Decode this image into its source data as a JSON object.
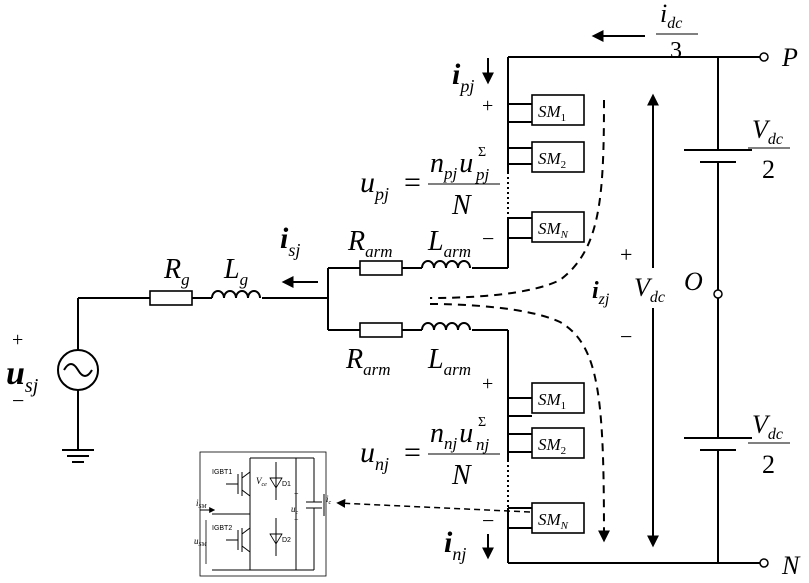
{
  "labels": {
    "i_dc_num": "i",
    "i_dc_sub": "dc",
    "i_dc_den": "3",
    "node_p": "P",
    "node_n": "N",
    "node_o": "O",
    "i_pj": "i",
    "i_pj_sub": "pj",
    "i_nj": "i",
    "i_nj_sub": "nj",
    "i_sj": "i",
    "i_sj_sub": "sj",
    "i_zj": "i",
    "i_zj_sub": "zj",
    "sm_1": "SM",
    "sm_1_sub": "1",
    "sm_2": "SM",
    "sm_2_sub": "2",
    "sm_n": "SM",
    "sm_n_sub": "N",
    "u_pj_lhs": "u",
    "u_pj_lhs_sub": "pj",
    "u_pj_eq": "=",
    "u_pj_num_n": "n",
    "u_pj_num_n_sub": "pj",
    "u_pj_num_u": "u",
    "u_pj_num_u_sub": "pj",
    "u_pj_sigma": "Σ",
    "u_pj_den": "N",
    "u_nj_lhs": "u",
    "u_nj_lhs_sub": "nj",
    "u_nj_eq": "=",
    "u_nj_num_n": "n",
    "u_nj_num_n_sub": "nj",
    "u_nj_num_u": "u",
    "u_nj_num_u_sub": "nj",
    "u_nj_sigma": "Σ",
    "u_nj_den": "N",
    "r_arm": "R",
    "r_arm_sub": "arm",
    "l_arm": "L",
    "l_arm_sub": "arm",
    "r_g": "R",
    "r_g_sub": "g",
    "l_g": "L",
    "l_g_sub": "g",
    "u_sj": "u",
    "u_sj_sub": "sj",
    "v_dc": "V",
    "v_dc_sub": "dc",
    "v_dc_half_num": "V",
    "v_dc_half_num_sub": "dc",
    "v_dc_half_den": "2",
    "plus": "+",
    "minus": "−",
    "inset_igbt1": "IGBT1",
    "inset_igbt2": "IGBT2",
    "inset_d1": "D1",
    "inset_d2": "D2",
    "inset_vce": "V",
    "inset_vce_sub": "ce",
    "inset_isM": "i",
    "inset_isM_sub": "SM",
    "inset_usM": "u",
    "inset_usM_sub": "SM",
    "inset_uc": "u",
    "inset_uc_sub": "c",
    "inset_ic": "i",
    "inset_ic_sub": "c"
  }
}
